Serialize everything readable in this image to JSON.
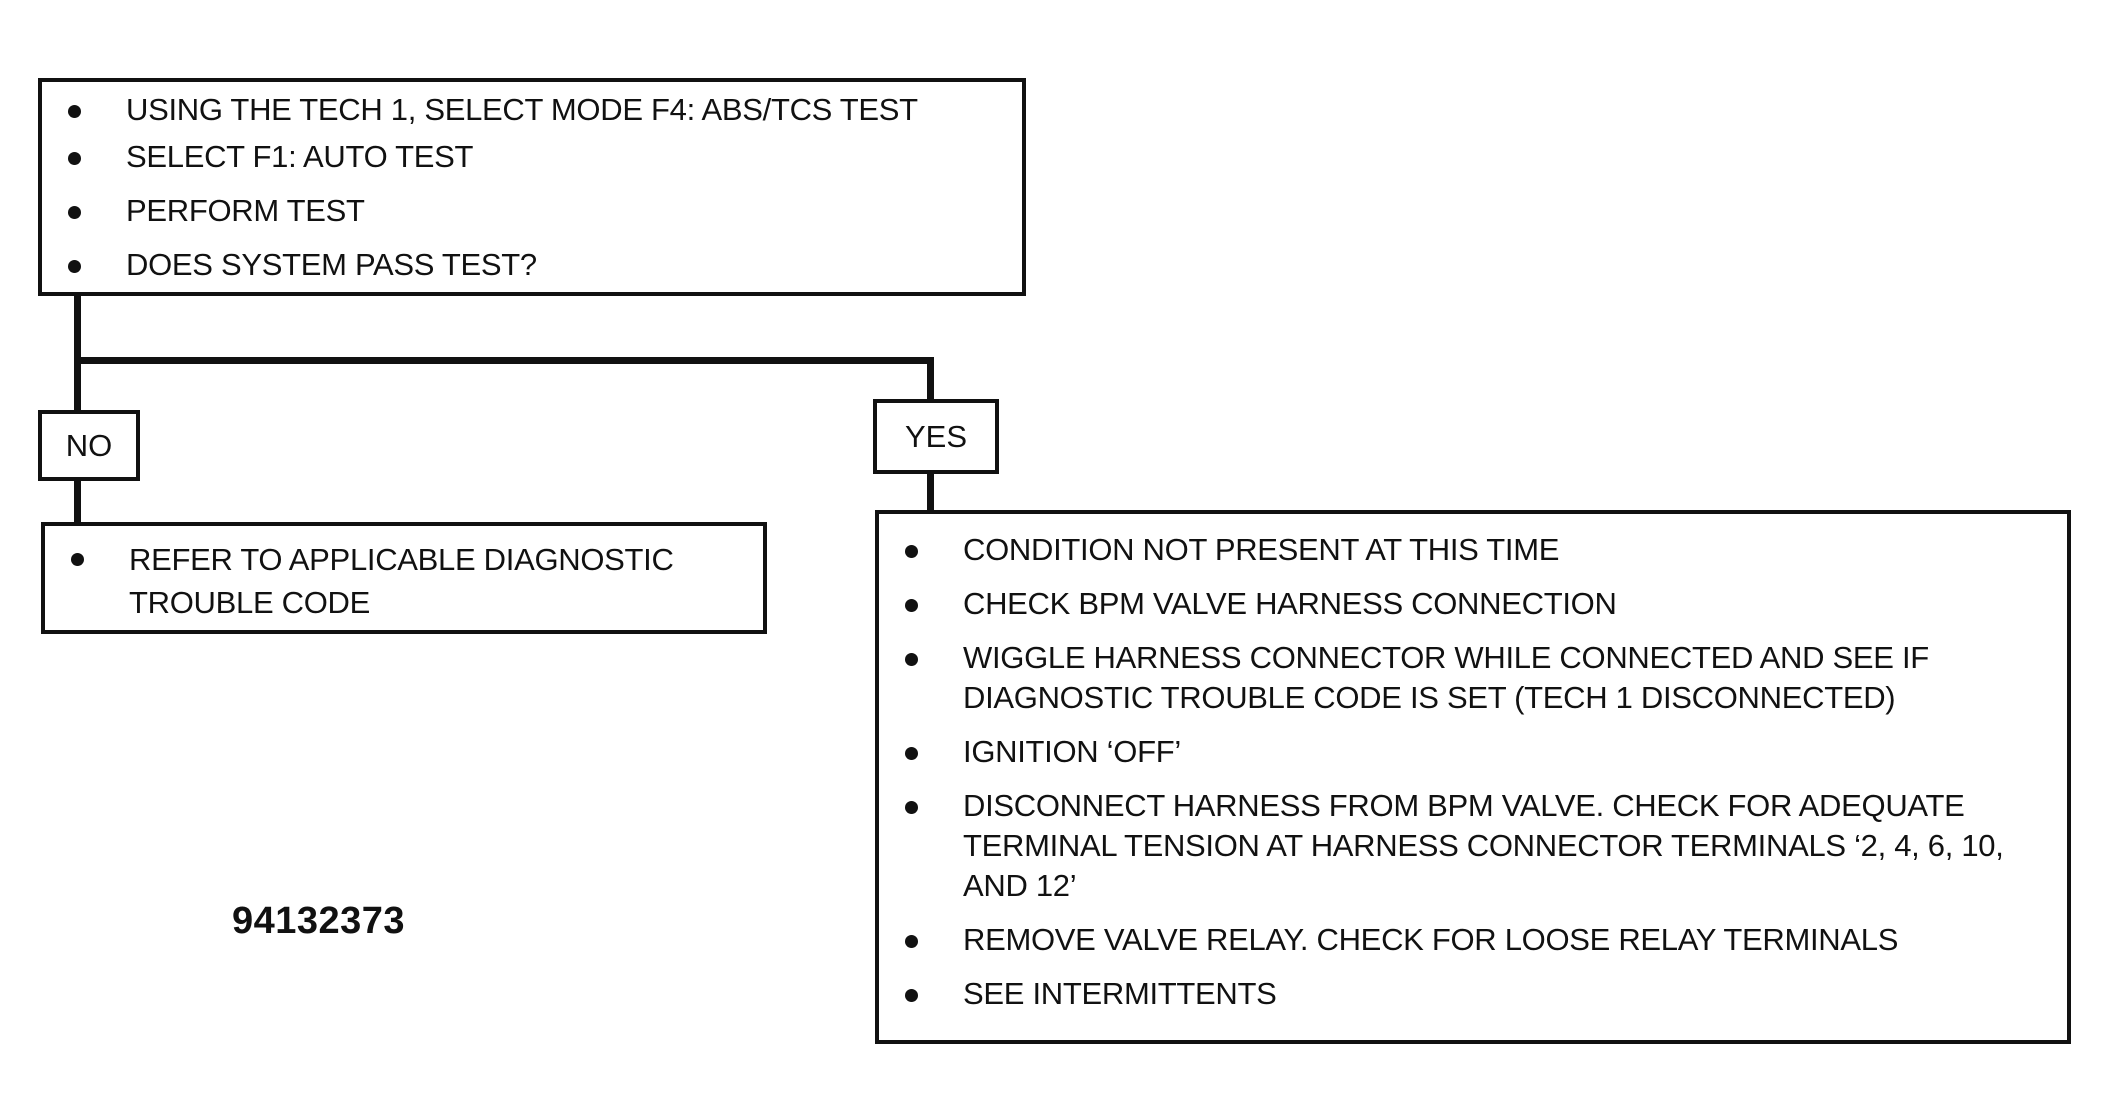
{
  "question_box": {
    "items": [
      "USING THE TECH 1, SELECT MODE F4: ABS/TCS TEST",
      "SELECT F1: AUTO TEST",
      "PERFORM TEST",
      "DOES SYSTEM PASS TEST?"
    ]
  },
  "no_branch": {
    "label": "NO",
    "items": [
      "REFER TO APPLICABLE DIAGNOSTIC TROUBLE CODE"
    ]
  },
  "yes_branch": {
    "label": "YES",
    "items": [
      "CONDITION NOT PRESENT AT THIS TIME",
      "CHECK BPM VALVE HARNESS CONNECTION",
      "WIGGLE HARNESS CONNECTOR WHILE CONNECTED AND SEE IF DIAGNOSTIC TROUBLE CODE IS SET (TECH 1 DISCONNECTED)",
      "IGNITION ‘OFF’",
      "DISCONNECT HARNESS FROM BPM VALVE. CHECK FOR ADEQUATE TERMINAL TENSION AT HARNESS CONNECTOR TERMINALS ‘2, 4, 6, 10, AND 12’",
      "REMOVE VALVE RELAY. CHECK FOR LOOSE RELAY TERMINALS",
      "SEE INTERMITTENTS"
    ]
  },
  "figure_number": "94132373"
}
